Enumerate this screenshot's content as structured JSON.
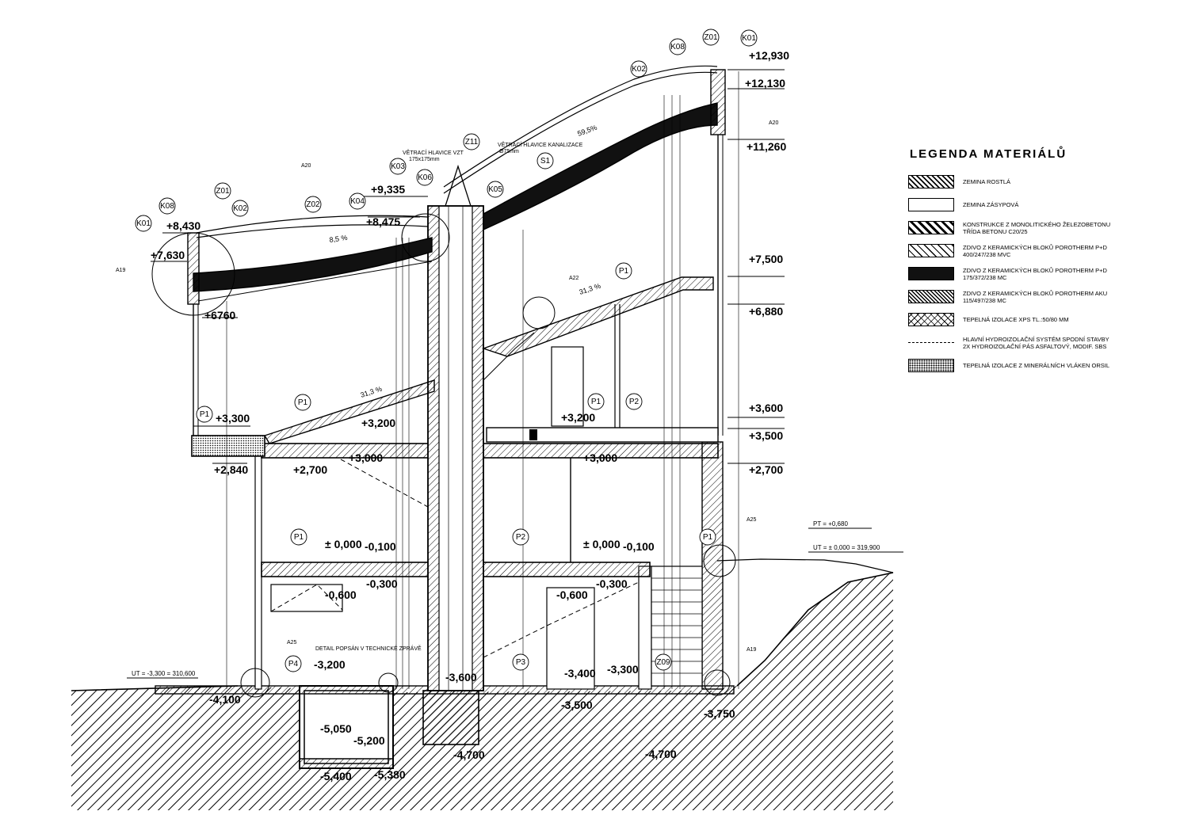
{
  "levels": {
    "l12930": "+12,930",
    "l12130": "+12,130",
    "l11260": "+11,260",
    "l9335": "+9,335",
    "l8475": "+8,475",
    "l8430": "+8,430",
    "l7630": "+7,630",
    "l7500": "+7,500",
    "l6880": "+6,880",
    "l6760": "+6760",
    "l3600": "+3,600",
    "l3500": "+3,500",
    "l3300": "+3,300",
    "l3200a": "+3,200",
    "l3200b": "+3,200",
    "l3000a": "+3,000",
    "l3000b": "+3,000",
    "l2840": "+2,840",
    "l2700a": "+2,700",
    "l2700b": "+2,700",
    "l0a": "± 0,000",
    "l0b": "± 0,000",
    "m0100a": "-0,100",
    "m0100b": "-0,100",
    "m0300a": "-0,300",
    "m0300b": "-0,300",
    "m0600a": "-0,600",
    "m0600b": "-0,600",
    "m3200": "-3,200",
    "m3300": "-3,300",
    "m3400": "-3,400",
    "m3500": "-3,500",
    "m3600": "-3,600",
    "m3750": "-3,750",
    "m4100": "-4,100",
    "m4700a": "-4,700",
    "m4700b": "-4,700",
    "m5050": "-5,050",
    "m5200": "-5,200",
    "m5400": "-5,400",
    "m5380": "-5,380"
  },
  "terrain": {
    "pt": "PT = +0,680",
    "ut0": "UT = ± 0,000 = 319,900",
    "ut3300": "UT = -3,300 = 310,600"
  },
  "tags": {
    "K01a": "K01",
    "K01b": "K01",
    "K02a": "K02",
    "K02b": "K02",
    "K03": "K03",
    "K04": "K04",
    "K05": "K05",
    "K06": "K06",
    "K08a": "K08",
    "K08b": "K08",
    "Z01a": "Z01",
    "Z01b": "Z01",
    "Z02": "Z02",
    "Z09": "Z09",
    "Z11": "Z11",
    "S1": "S1",
    "P1a": "P1",
    "P1b": "P1",
    "P1c": "P1",
    "P1d": "P1",
    "P1e": "P1",
    "P1f": "P1",
    "P2a": "P2",
    "P2b": "P2",
    "P3": "P3",
    "P4": "P4"
  },
  "annotations": {
    "a19": "A19",
    "a20a": "A20",
    "a20b": "A20",
    "a22": "A22",
    "a25a": "A25",
    "a25b": "A25",
    "a19b": "A19",
    "slope1": "8,5 %",
    "slope2": "59,5%",
    "slope3": "31,3 %",
    "slope4": "31,3 %",
    "vent1": "VĚTRACÍ HLAVICE VZT",
    "vent1b": "175x175mm",
    "vent2": "VĚTRACÍ HLAVICE KANALIZACE",
    "vent2b": "Ø75mm",
    "detail": "DETAIL POPSÁN V TECHNICKÉ ZPRÁVĚ"
  },
  "legend": {
    "title": "LEGENDA MATERIÁLŮ",
    "items": [
      {
        "text": "ZEMINA ROSTLÁ"
      },
      {
        "text": "ZEMINA ZÁSYPOVÁ"
      },
      {
        "text": "KONSTRUKCE Z MONOLITICKÉHO ŽELEZOBETONU\nTŘÍDA BETONU C20/25"
      },
      {
        "text": "ZDIVO Z KERAMICKÝCH BLOKŮ POROTHERM P+D\n400/247/238 MVC"
      },
      {
        "text": "ZDIVO Z KERAMICKÝCH BLOKŮ POROTHERM P+D\n175/372/238 MC"
      },
      {
        "text": "ZDIVO Z KERAMICKÝCH BLOKŮ POROTHERM AKU\n115/497/238 MC"
      },
      {
        "text": "TEPELNÁ IZOLACE XPS tl.:50/80 mm"
      },
      {
        "text": "HLAVNÍ HYDROIZOLAČNÍ SYSTÉM SPODNÍ STAVBY\n2x HYDROIZOLAČNÍ PÁS ASFALTOVÝ, MODIF. SBS"
      },
      {
        "text": "TEPELNÁ IZOLACE Z MINERÁLNÍCH VLÁKEN ORSIL"
      }
    ]
  }
}
